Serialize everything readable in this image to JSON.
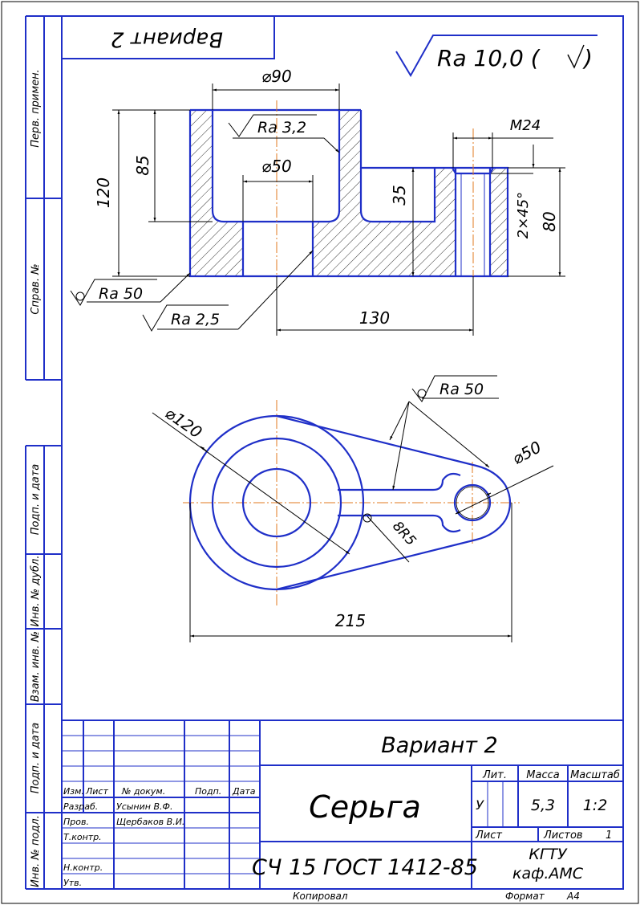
{
  "variant_label": "Вариант 2",
  "roughness_general": "Ra 10,0 (",
  "views": {
    "front": {
      "dim_d90": "⌀90",
      "dim_d50": "⌀50",
      "dim_m24": "M24",
      "dim_85": "85",
      "dim_120": "120",
      "dim_35": "35",
      "dim_80": "80",
      "dim_chamfer": "2×45°",
      "dim_130": "130",
      "ra_32": "Ra 3,2",
      "ra_50": "Ra 50",
      "ra_25": "Ra 2,5"
    },
    "top": {
      "dim_d120": "⌀120",
      "dim_d50": "⌀50",
      "dim_r5": "8R5",
      "dim_215": "215",
      "ra_50": "Ra 50"
    }
  },
  "left_margin": {
    "perv_primen": "Перв. примен.",
    "sprav_no": "Справ. №",
    "podp_data_1": "Подп. и дата",
    "inv_dubl": "Инв. № дубл.",
    "vzam_inv": "Взам. инв. №",
    "podp_data_2": "Подп. и дата",
    "inv_podl": "Инв. № подл."
  },
  "title_block": {
    "variant": "Вариант 2",
    "part_name": "Серьга",
    "material": "СЧ 15 ГОСТ 1412-85",
    "organization_1": "КГТУ",
    "organization_2": "каф.АМС",
    "lit_header": "Лит.",
    "mass_header": "Масса",
    "scale_header": "Масштаб",
    "lit_value": "У",
    "mass_value": "5,3",
    "scale_value": "1:2",
    "sheet_label": "Лист",
    "sheets_label": "Листов",
    "sheets_value": "1",
    "col_izm": "Изм.",
    "col_list": "Лист",
    "col_doc": "№ докум.",
    "col_podp": "Подп.",
    "col_data": "Дата",
    "row_razrab": "Разраб.",
    "row_prov": "Пров.",
    "row_tkontr": "Т.контр.",
    "row_nkontr": "Н.контр.",
    "row_utv": "Утв.",
    "razrab_name": "Усынин В.Ф.",
    "prov_name": "Щербаков В.И."
  },
  "footer": {
    "copied": "Копировал",
    "format_label": "Формат",
    "format_value": "A4"
  }
}
